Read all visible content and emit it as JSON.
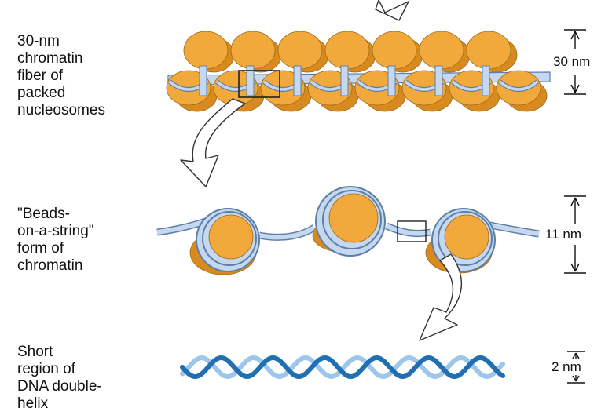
{
  "colors": {
    "nucleosome_core": "#f2a93b",
    "nucleosome_shadow": "#d88a1f",
    "dna_light": "#c6d8ef",
    "dna_outline": "#5c7fa8",
    "helix_dark": "#1f6fb2",
    "helix_light": "#9cc6ea",
    "arrow_fill": "#ffffff",
    "ink": "#111111"
  },
  "levels": [
    {
      "id": "fiber",
      "label_lines": [
        "30-nm",
        "chromatin",
        "fiber of",
        "packed",
        "nucleosomes"
      ],
      "dimension": "30 nm"
    },
    {
      "id": "beads",
      "label_lines": [
        "\"Beads-",
        "on-a-string\"",
        "form of",
        "chromatin"
      ],
      "dimension": "11 nm"
    },
    {
      "id": "helix",
      "label_lines": [
        "Short",
        "region of",
        "DNA double-",
        "helix"
      ],
      "dimension": "2 nm"
    }
  ],
  "icons": {
    "zoom_arrow": "curved-arrow-icon",
    "dimension_marker": "dimension-arrow-icon"
  }
}
